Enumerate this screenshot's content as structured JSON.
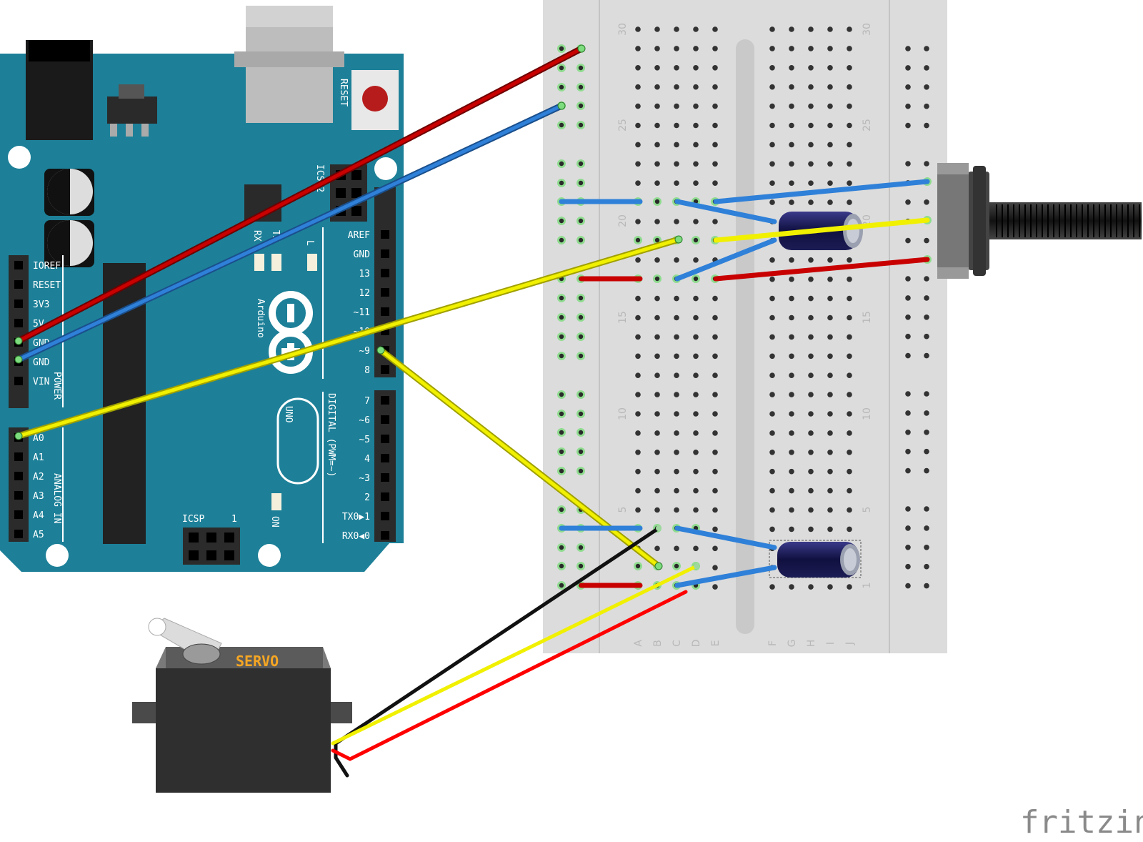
{
  "arduino": {
    "brand": "Arduino",
    "model": "UNO",
    "reset_label": "RESET",
    "icsp2_label": "ICSP2",
    "icsp_label": "ICSP",
    "icsp_pin1": "1",
    "on_label": "ON",
    "l_label": "L",
    "tx_label": "TX",
    "rx_label": "RX",
    "power_header": "POWER",
    "analog_header": "ANALOG IN",
    "digital_header": "DIGITAL (PWM=~)",
    "power_pins": [
      "IOREF",
      "RESET",
      "3V3",
      "5V",
      "GND",
      "GND",
      "VIN"
    ],
    "analog_pins": [
      "A0",
      "A1",
      "A2",
      "A3",
      "A4",
      "A5"
    ],
    "digital_upper": [
      "AREF",
      "GND",
      "13",
      "12",
      "~11",
      "~10",
      "~9",
      "8"
    ],
    "digital_lower": [
      "7",
      "~6",
      "~5",
      "4",
      "~3",
      "2",
      "TX0▶1",
      "RX0◀0"
    ]
  },
  "breadboard": {
    "row_numbers": [
      "30",
      "25",
      "20",
      "15",
      "10",
      "5",
      "1"
    ],
    "left_columns": [
      "A",
      "B",
      "C",
      "D",
      "E"
    ],
    "right_columns": [
      "F",
      "G",
      "H",
      "I",
      "J"
    ]
  },
  "servo": {
    "label": "SERVO"
  },
  "watermark": "fritzing",
  "colors": {
    "board": "#1d8098",
    "wire_red": "#c80000",
    "wire_blue": "#2f80d8",
    "wire_yellow": "#f0f000",
    "wire_black": "#111111"
  }
}
